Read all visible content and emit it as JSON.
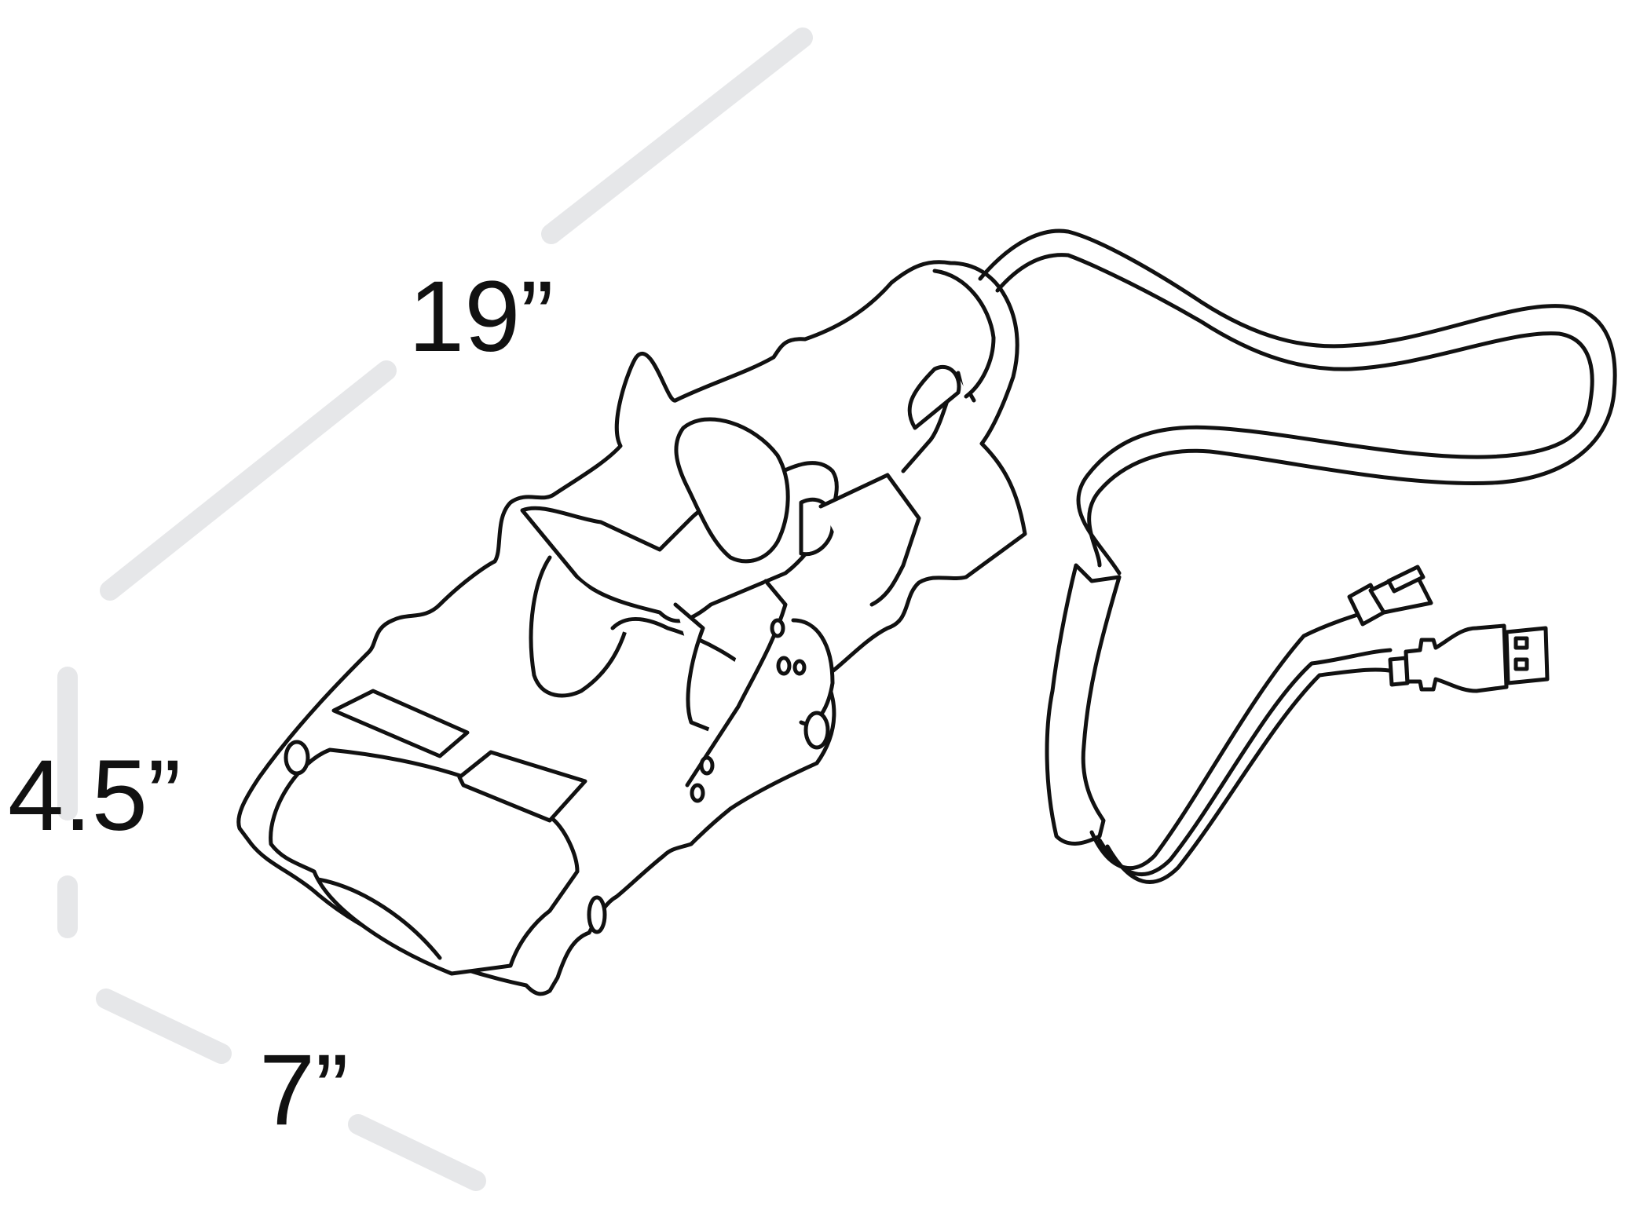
{
  "dimensions": {
    "length": "19”",
    "height": "4.5”",
    "width": "7”"
  },
  "colors": {
    "dimension_line": "#e6e7e9",
    "outline": "#111111",
    "background": "#ffffff"
  },
  "figure": {
    "subject": "heated-foot-warmer-with-usb-cable",
    "icon": "foot-warmer-line-drawing"
  }
}
